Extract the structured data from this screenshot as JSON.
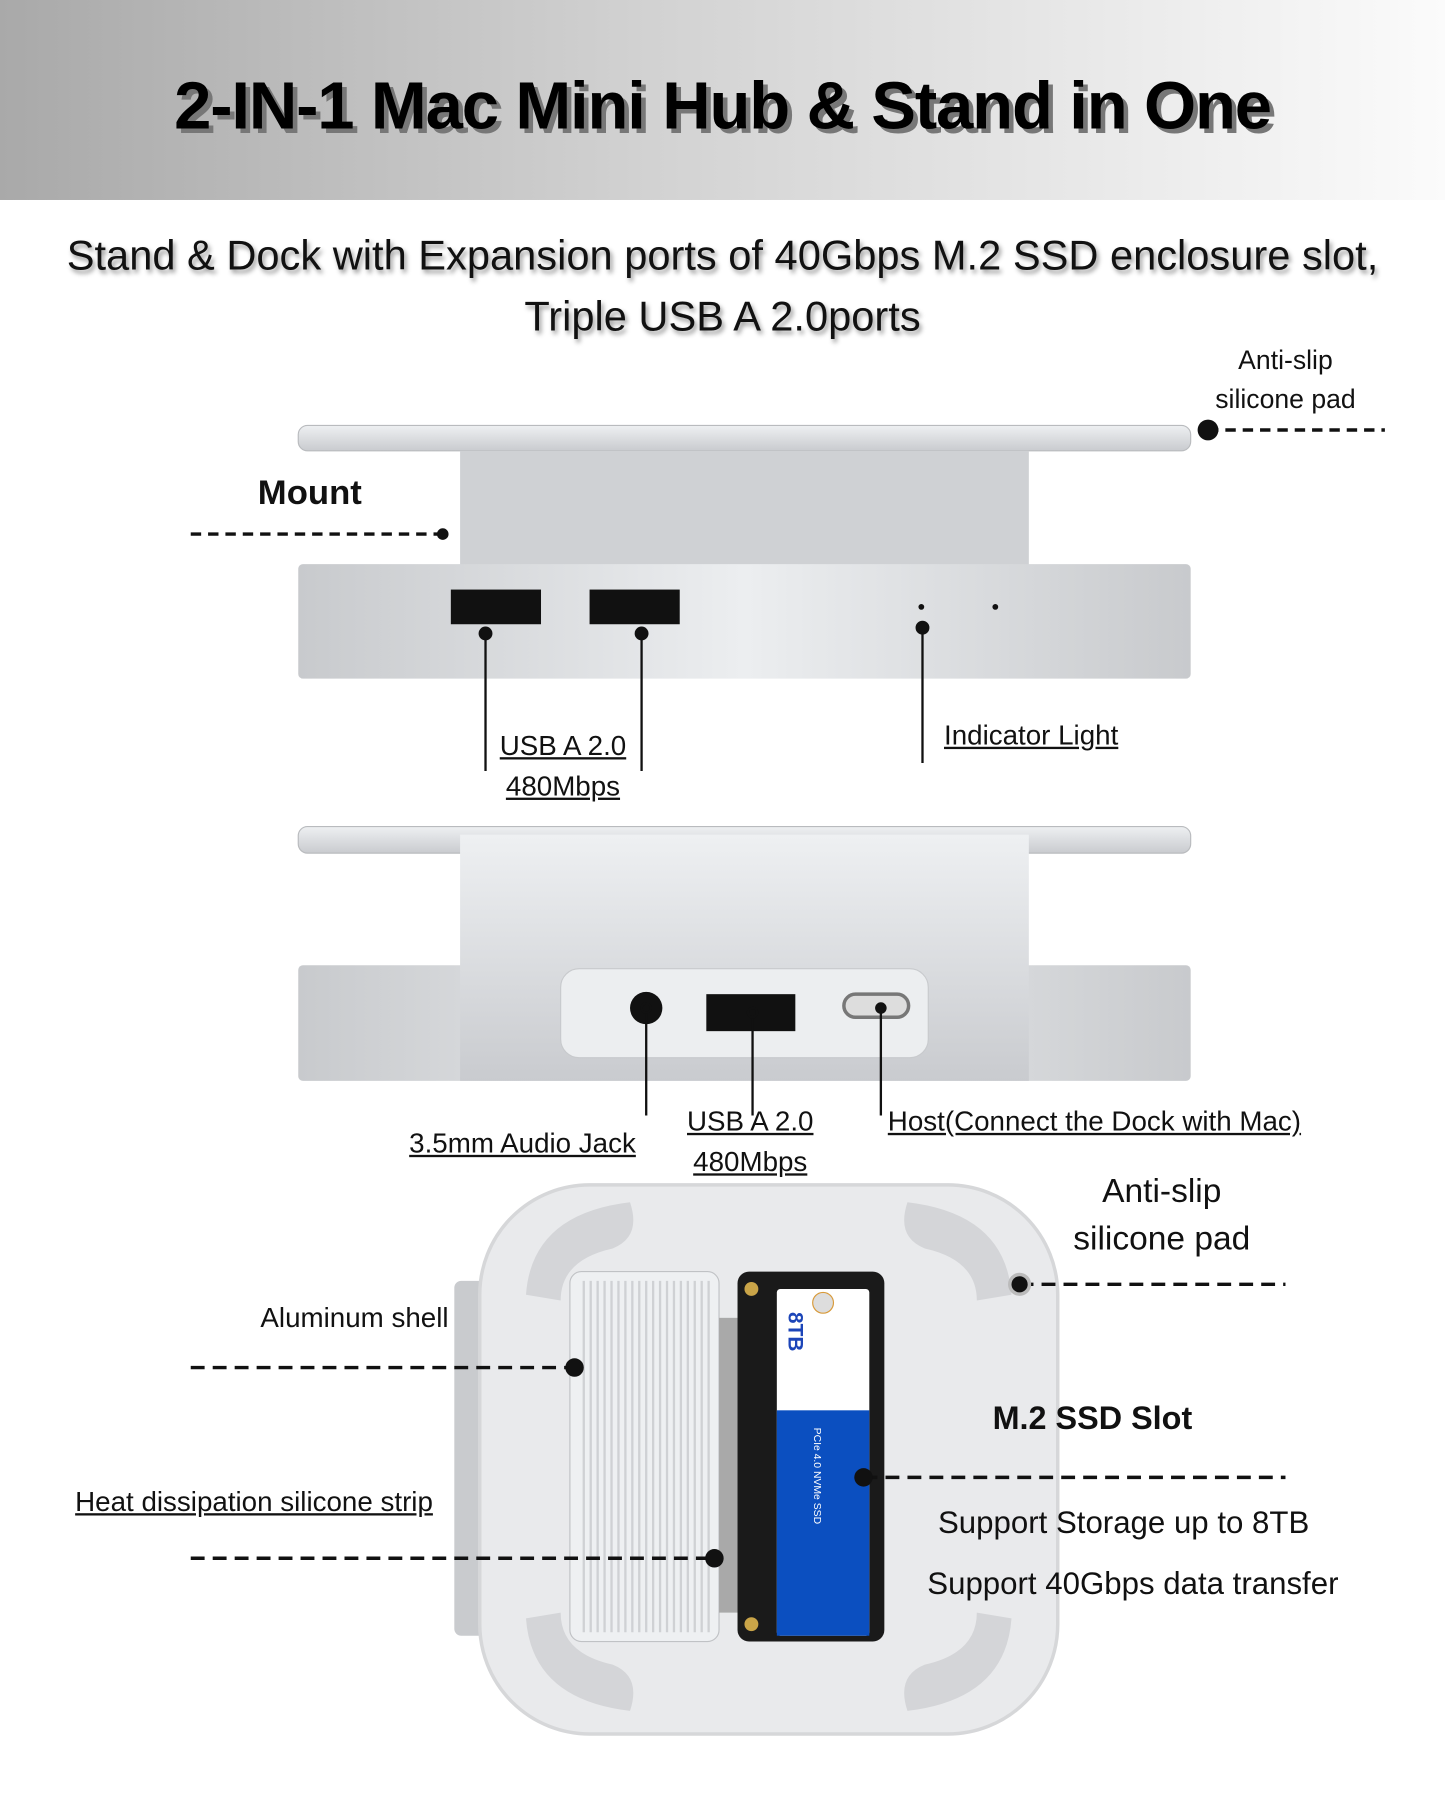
{
  "header": {
    "title": "2-IN-1 Mac Mini Hub & Stand in One"
  },
  "subtitle": {
    "line1": "Stand & Dock with Expansion ports of 40Gbps M.2 SSD enclosure slot,",
    "line2": "Triple USB A 2.0ports"
  },
  "front_view": {
    "anti_slip_line1": "Anti-slip",
    "anti_slip_line2": "silicone pad",
    "mount": "Mount",
    "usb_label_line1": "USB A 2.0",
    "usb_label_line2": "480Mbps",
    "indicator": "Indicator Light"
  },
  "back_view": {
    "audio": "3.5mm Audio Jack",
    "usb_label_line1": "USB A 2.0",
    "usb_label_line2": "480Mbps",
    "host": "Host(Connect the Dock with Mac)"
  },
  "bottom_view": {
    "anti_slip_line1": "Anti-slip",
    "anti_slip_line2": "silicone pad",
    "aluminum": "Aluminum shell",
    "heat_strip": "Heat dissipation silicone strip",
    "ssd_slot": "M.2 SSD Slot",
    "support1": "Support Storage up to 8TB",
    "support2": "Support 40Gbps data transfer",
    "ssd_capacity": "8TB",
    "ssd_text": "PCIe 4.0 NVMe SSD"
  },
  "colors": {
    "ssd_blue": "#0b4fc0",
    "aluminum": "#d9dadd"
  }
}
